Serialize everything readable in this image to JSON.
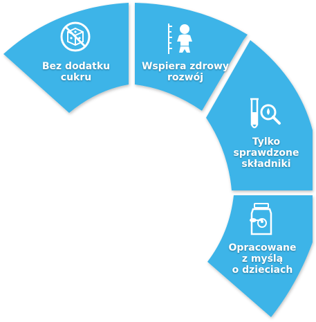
{
  "colors": {
    "segment": "#3cb4e8",
    "icon": "#ffffff"
  },
  "segments": [
    {
      "icon": "no-sugar-dice-icon",
      "lines": [
        "Bez dodatku",
        "cukru"
      ]
    },
    {
      "icon": "baby-growth-icon",
      "lines": [
        "Wspiera zdrowy",
        "rozwój"
      ]
    },
    {
      "icon": "test-tube-magnifier-icon",
      "lines": [
        "Tylko",
        "sprawdzone",
        "składniki"
      ]
    },
    {
      "icon": "baby-food-jar-icon",
      "lines": [
        "Opracowane",
        "z myślą",
        "o dzieciach"
      ]
    }
  ]
}
